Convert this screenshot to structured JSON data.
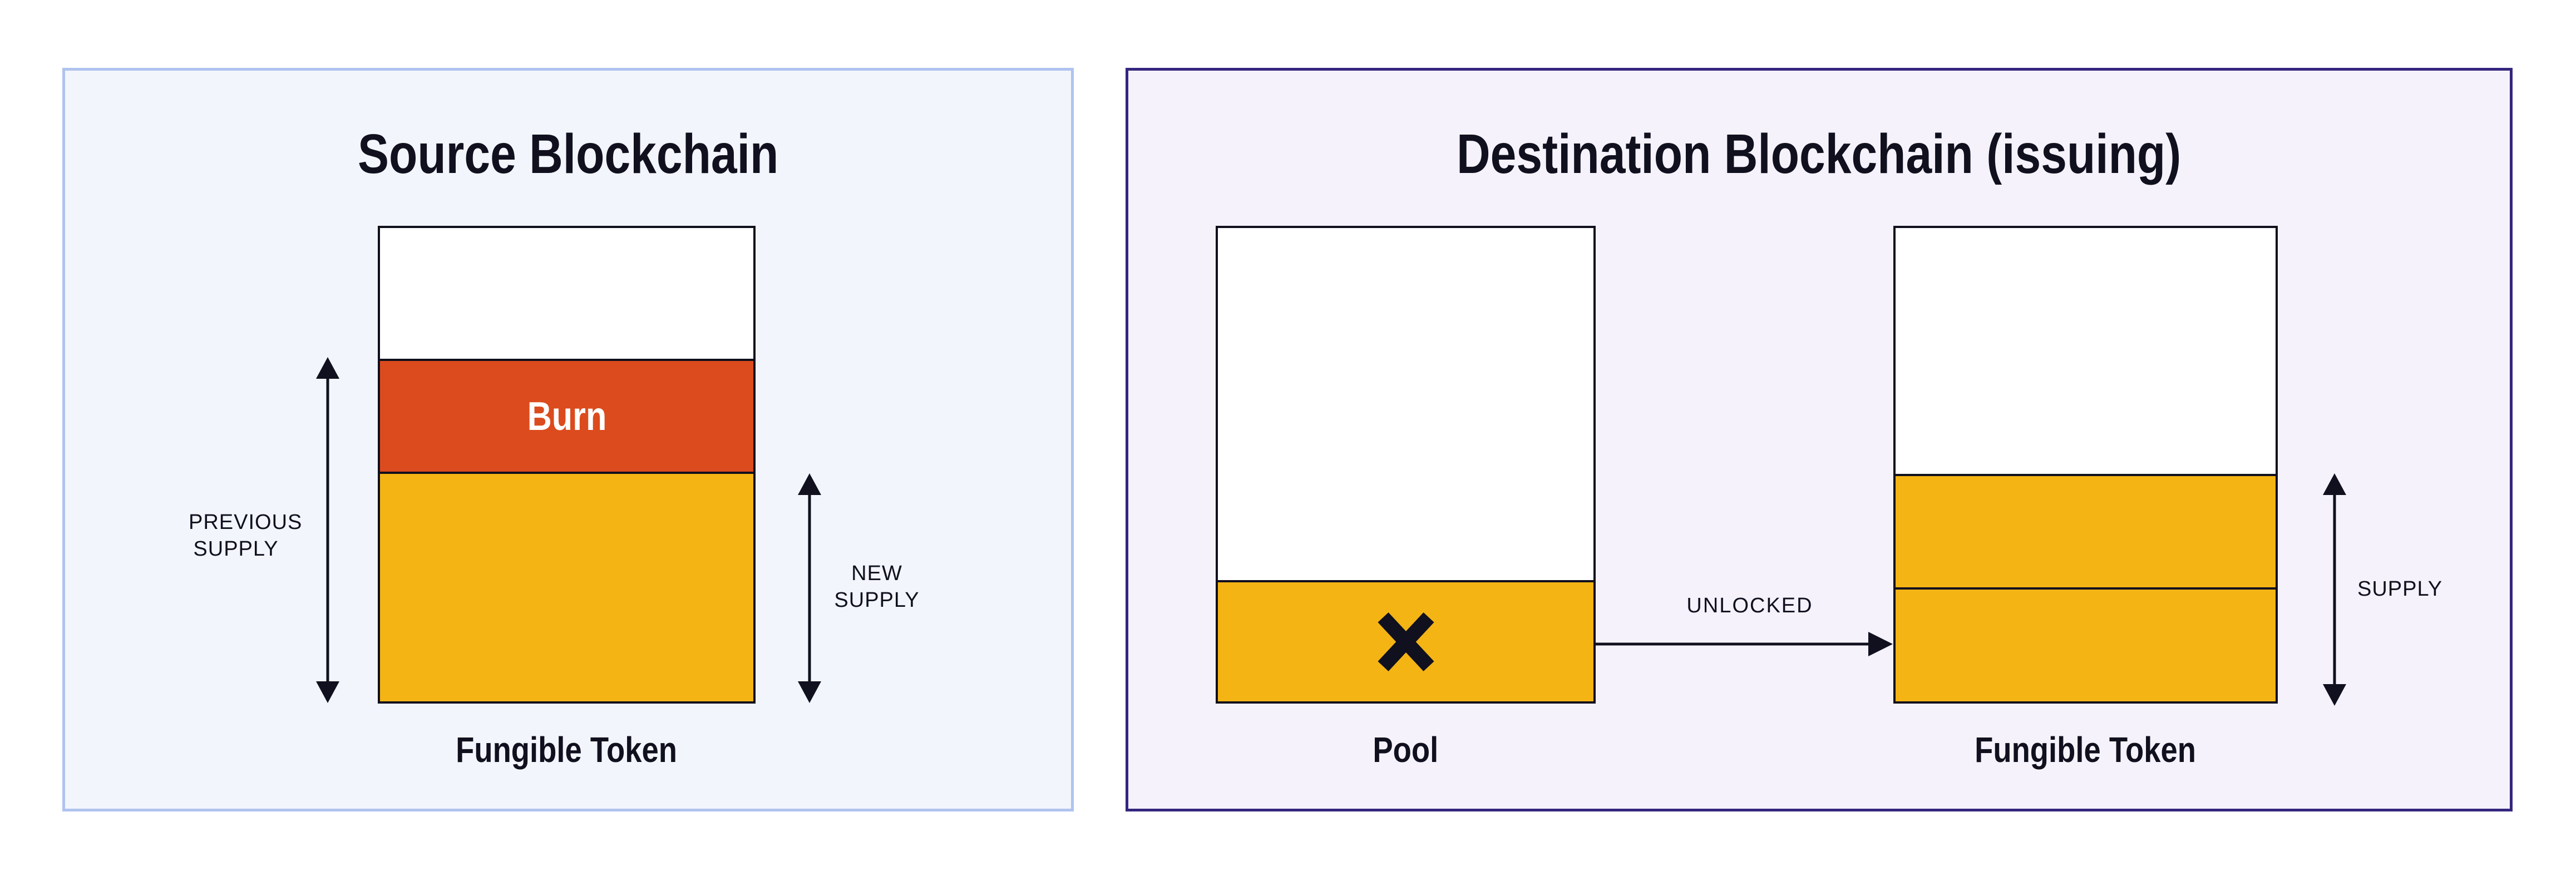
{
  "left_panel": {
    "title": "Source Blockchain",
    "burn_label": "Burn",
    "bar_label": "Fungible Token",
    "previous_supply_label": "PREVIOUS SUPPLY",
    "new_supply_label": "NEW SUPPLY"
  },
  "right_panel": {
    "title": "Destination Blockchain (issuing)",
    "pool_label": "Pool",
    "bar_label": "Fungible Token",
    "unlocked_label": "UNLOCKED",
    "supply_label": "SUPPLY"
  },
  "colors": {
    "ink": "#10101e",
    "burn_orange": "#dc4b1d",
    "token_yellow": "#f4b414",
    "source_panel_border": "#afc3ef",
    "source_panel_bg": "#f2f5fb",
    "dest_panel_border": "#35267f",
    "dest_panel_bg": "#f5f2fb",
    "burn_text": "#ffffff"
  }
}
